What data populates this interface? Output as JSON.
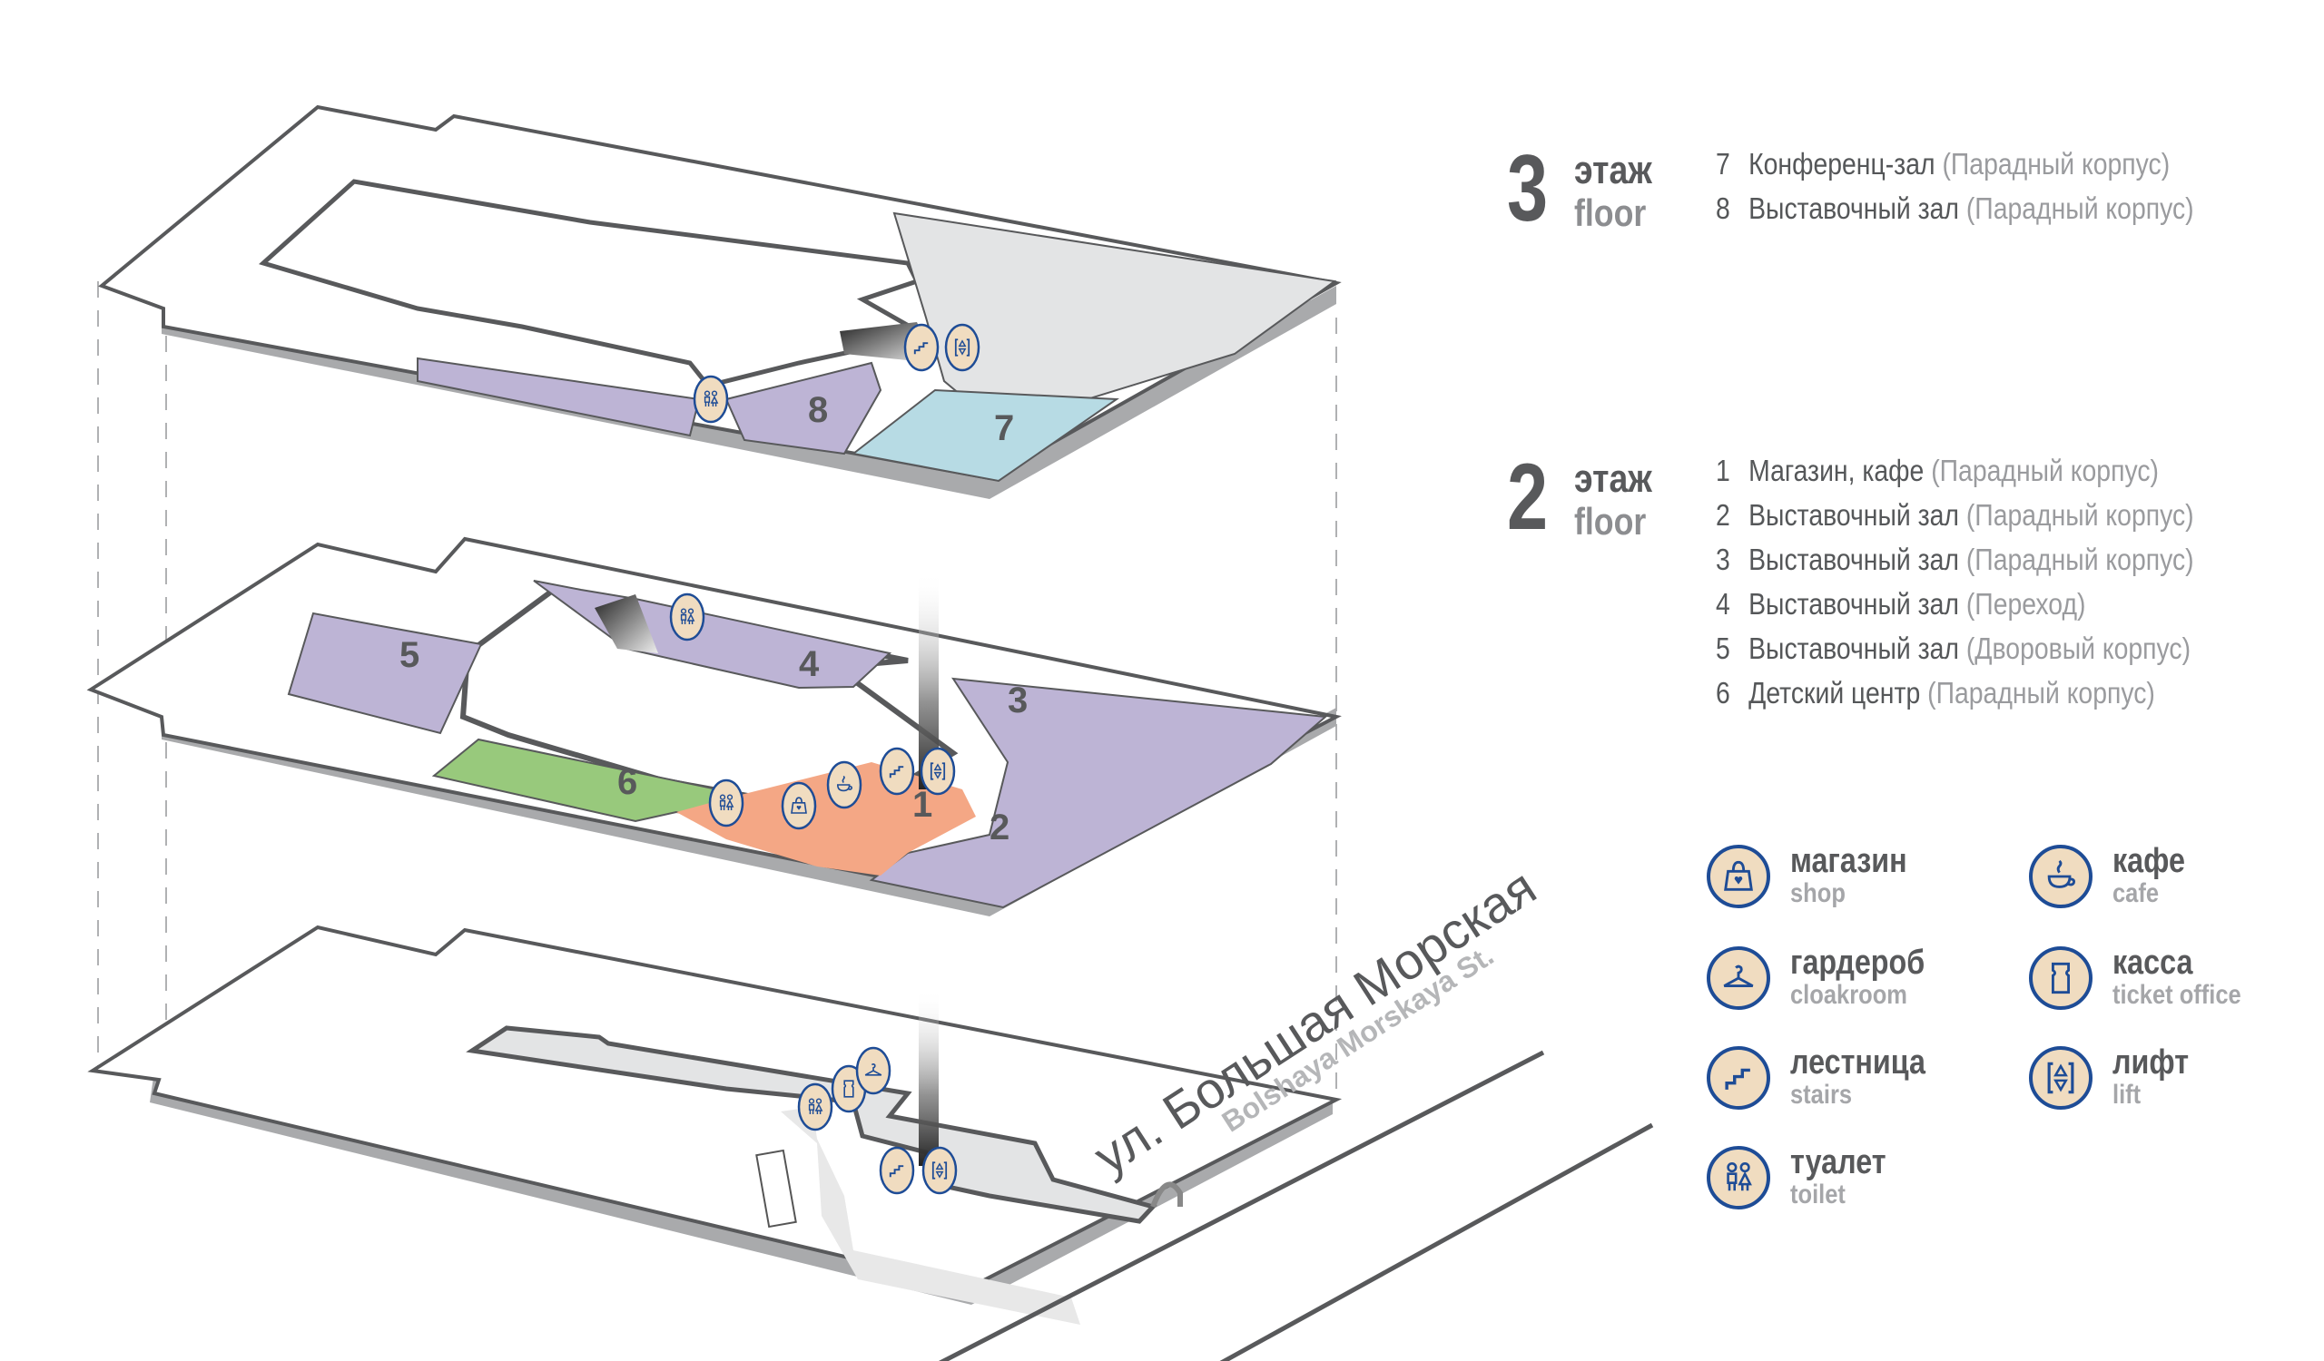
{
  "colors": {
    "exhibition": "#bdb4d5",
    "conference": "#b7dbe4",
    "kids": "#98c97c",
    "shop_cafe": "#f4a785",
    "service": "#e3e4e5",
    "icon_fill": "#f0dcc0",
    "icon_stroke": "#1e4c96",
    "wall": "#58595b"
  },
  "floors": [
    {
      "number": "3",
      "label_ru": "этаж",
      "label_en": "floor",
      "rooms": [
        {
          "num": "7",
          "name": "Конференц-зал",
          "building": "(Парадный корпус)"
        },
        {
          "num": "8",
          "name": "Выставочный зал",
          "building": "(Парадный корпус)"
        }
      ]
    },
    {
      "number": "2",
      "label_ru": "этаж",
      "label_en": "floor",
      "rooms": [
        {
          "num": "1",
          "name": "Магазин, кафе",
          "building": "(Парадный корпус)"
        },
        {
          "num": "2",
          "name": "Выставочный зал",
          "building": "(Парадный корпус)"
        },
        {
          "num": "3",
          "name": "Выставочный зал",
          "building": "(Парадный корпус)"
        },
        {
          "num": "4",
          "name": "Выставочный зал",
          "building": "(Переход)"
        },
        {
          "num": "5",
          "name": "Выставочный зал",
          "building": "(Дворовый корпус)"
        },
        {
          "num": "6",
          "name": "Детский центр",
          "building": "(Парадный корпус)"
        }
      ]
    }
  ],
  "map_labels": {
    "r1": "1",
    "r2": "2",
    "r3": "3",
    "r4": "4",
    "r5": "5",
    "r6": "6",
    "r7": "7",
    "r8": "8"
  },
  "legend": [
    {
      "icon": "shop-icon",
      "ru": "магазин",
      "en": "shop"
    },
    {
      "icon": "cafe-icon",
      "ru": "кафе",
      "en": "cafe"
    },
    {
      "icon": "cloakroom-icon",
      "ru": "гардероб",
      "en": "cloakroom"
    },
    {
      "icon": "ticket-office-icon",
      "ru": "касса",
      "en": "ticket office"
    },
    {
      "icon": "stairs-icon",
      "ru": "лестница",
      "en": "stairs"
    },
    {
      "icon": "lift-icon",
      "ru": "лифт",
      "en": "lift"
    },
    {
      "icon": "toilet-icon",
      "ru": "туалет",
      "en": "toilet"
    }
  ],
  "street": {
    "ru": "ул. Большая Морская",
    "en": "Bolshaya Morskaya St."
  }
}
